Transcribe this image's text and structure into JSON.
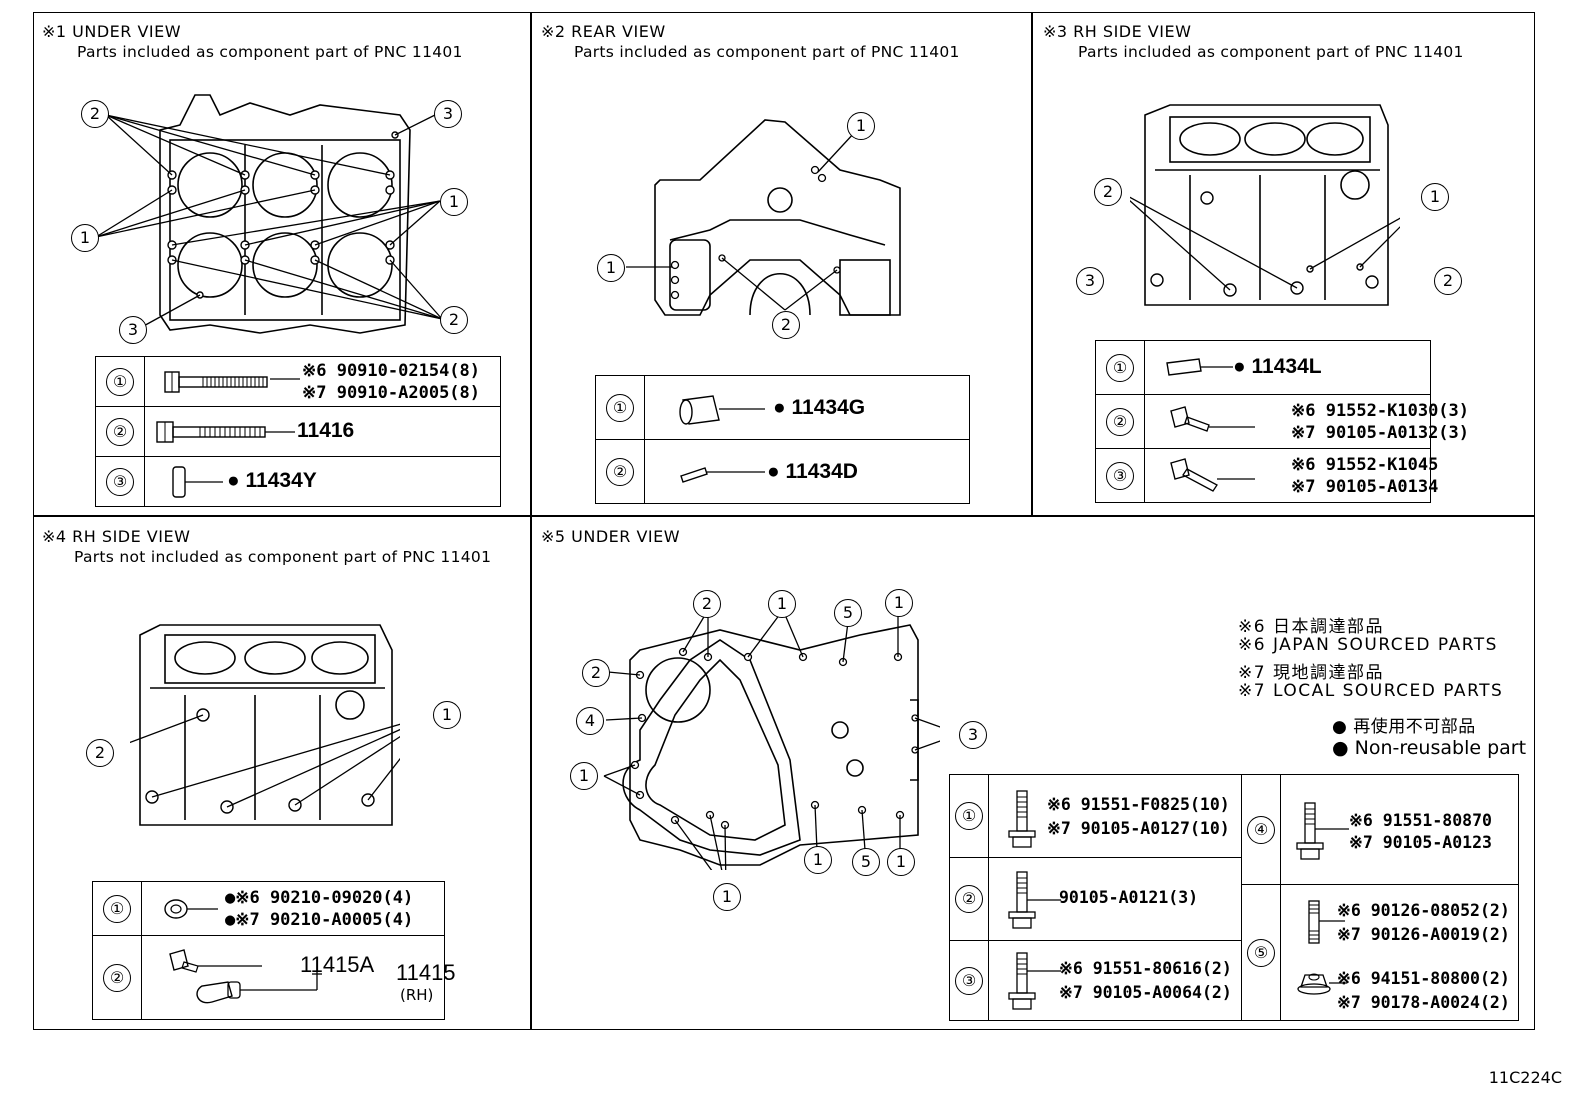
{
  "panels": {
    "p1": {
      "title": "※1 UNDER VIEW",
      "subtitle": "Parts included as component part of PNC 11401",
      "rows": [
        {
          "no": "①",
          "parts": [
            "※6  90910-02154(8)",
            "※7  90910-A2005(8)"
          ]
        },
        {
          "no": "②",
          "parts": [
            "11416"
          ]
        },
        {
          "no": "③",
          "parts": [
            "● 11434Y"
          ]
        }
      ]
    },
    "p2": {
      "title": "※2 REAR VIEW",
      "subtitle": "Parts included as component part of PNC 11401",
      "rows": [
        {
          "no": "①",
          "parts": [
            "● 11434G"
          ]
        },
        {
          "no": "②",
          "parts": [
            "● 11434D"
          ]
        }
      ]
    },
    "p3": {
      "title": "※3 RH SIDE VIEW",
      "subtitle": "Parts included as component part of PNC 11401",
      "rows": [
        {
          "no": "①",
          "parts": [
            "● 11434L"
          ]
        },
        {
          "no": "②",
          "parts": [
            "※6  91552-K1030(3)",
            "※7  90105-A0132(3)"
          ]
        },
        {
          "no": "③",
          "parts": [
            "※6  91552-K1045",
            "※7  90105-A0134"
          ]
        }
      ]
    },
    "p4": {
      "title": "※4 RH SIDE VIEW",
      "subtitle": "Parts not included as component part of PNC 11401",
      "rows": [
        {
          "no": "①",
          "parts": [
            "●※6 90210-09020(4)",
            "●※7 90210-A0005(4)"
          ]
        },
        {
          "no": "②",
          "parts": [
            "11415A",
            "11415",
            "(RH)"
          ]
        }
      ]
    },
    "p5": {
      "title": "※5 UNDER VIEW",
      "rows": [
        {
          "no": "①",
          "parts": [
            "※6 91551-F0825(10)",
            "※7 90105-A0127(10)"
          ]
        },
        {
          "no": "②",
          "parts": [
            "90105-A0121(3)"
          ]
        },
        {
          "no": "③",
          "parts": [
            "※6 91551-80616(2)",
            "※7 90105-A0064(2)"
          ]
        },
        {
          "no": "④",
          "parts": [
            "※6 91551-80870",
            "※7 90105-A0123"
          ]
        },
        {
          "no": "⑤",
          "parts": [
            "※6  90126-08052(2)",
            "※7  90126-A0019(2)",
            "※6  94151-80800(2)",
            "※7  90178-A0024(2)"
          ]
        }
      ]
    }
  },
  "legend": [
    "※6 日本調達部品",
    "※6 JAPAN SOURCED PARTS",
    "※7 現地調達部品",
    "※7 LOCAL SOURCED PARTS",
    "● 再使用不可部品",
    "● Non-reusable part"
  ],
  "callouts": {
    "c1": "1",
    "c2": "2",
    "c3": "3",
    "c4": "4",
    "c5": "5"
  },
  "figure_code": "11C224C"
}
